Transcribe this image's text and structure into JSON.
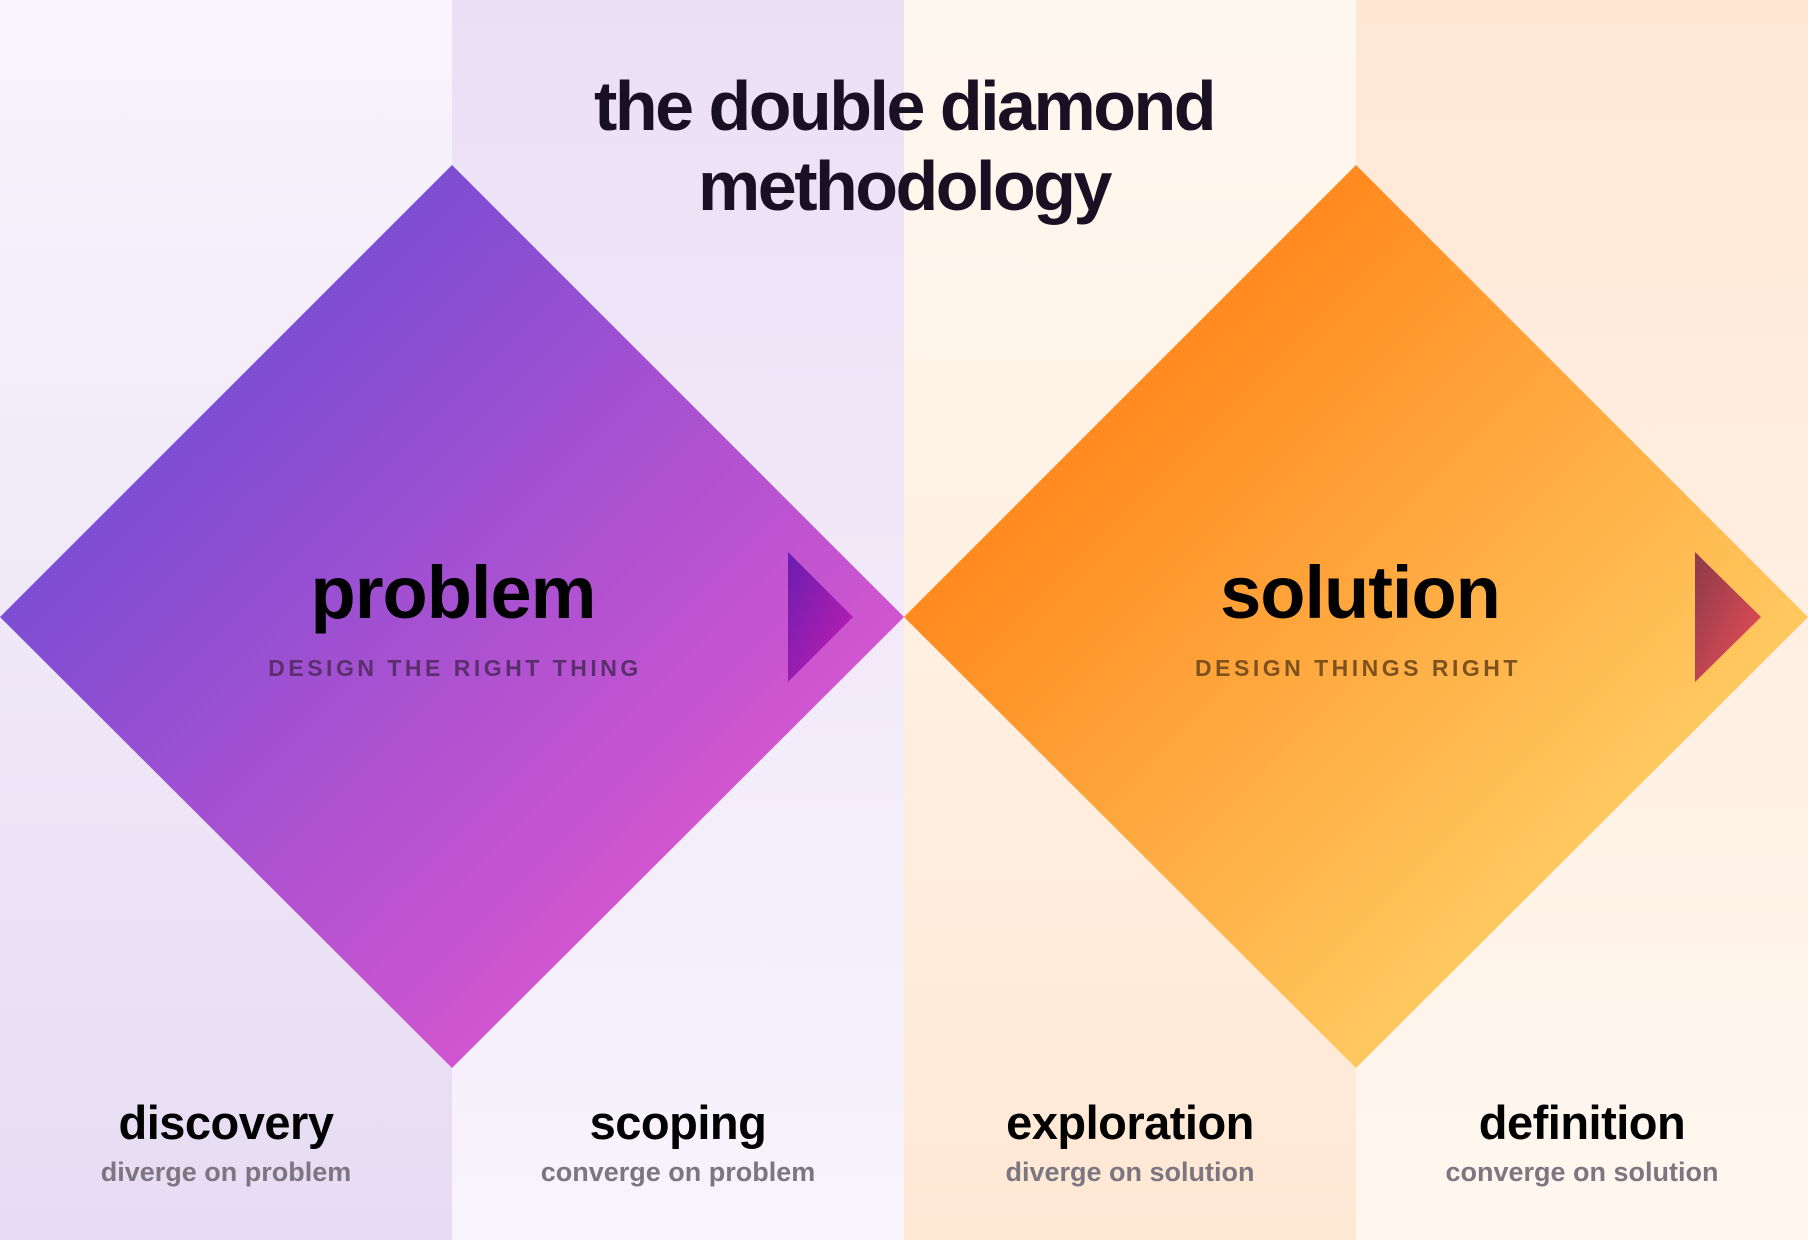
{
  "title": {
    "line1": "the double diamond",
    "line2": "methodology"
  },
  "diamonds": [
    {
      "label": "problem",
      "tagline": "DESIGN THE RIGHT THING",
      "colors": [
        "#6c4bd3",
        "#e257cf"
      ]
    },
    {
      "label": "solution",
      "tagline": "DESIGN THINGS RIGHT",
      "colors": [
        "#ff7d12",
        "#ffd56c"
      ]
    }
  ],
  "stages": [
    {
      "name": "discovery",
      "desc": "diverge on problem"
    },
    {
      "name": "scoping",
      "desc": "converge on problem"
    },
    {
      "name": "exploration",
      "desc": "diverge on solution"
    },
    {
      "name": "definition",
      "desc": "converge on solution"
    }
  ]
}
